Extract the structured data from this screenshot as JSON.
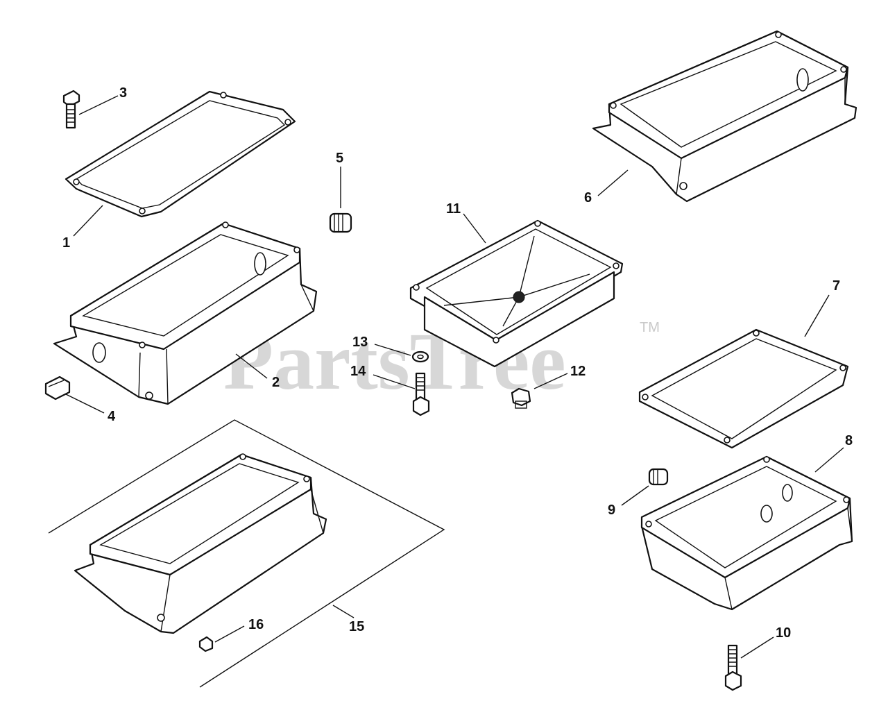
{
  "watermark": {
    "brand": "PartsTree",
    "trademark": "TM"
  },
  "callouts": [
    {
      "id": "1",
      "label": "1"
    },
    {
      "id": "2",
      "label": "2"
    },
    {
      "id": "3",
      "label": "3"
    },
    {
      "id": "4",
      "label": "4"
    },
    {
      "id": "5",
      "label": "5"
    },
    {
      "id": "6",
      "label": "6"
    },
    {
      "id": "7",
      "label": "7"
    },
    {
      "id": "8",
      "label": "8"
    },
    {
      "id": "9",
      "label": "9"
    },
    {
      "id": "10",
      "label": "10"
    },
    {
      "id": "11",
      "label": "11"
    },
    {
      "id": "12",
      "label": "12"
    },
    {
      "id": "13",
      "label": "13"
    },
    {
      "id": "14",
      "label": "14"
    },
    {
      "id": "15",
      "label": "15"
    },
    {
      "id": "16",
      "label": "16"
    }
  ]
}
